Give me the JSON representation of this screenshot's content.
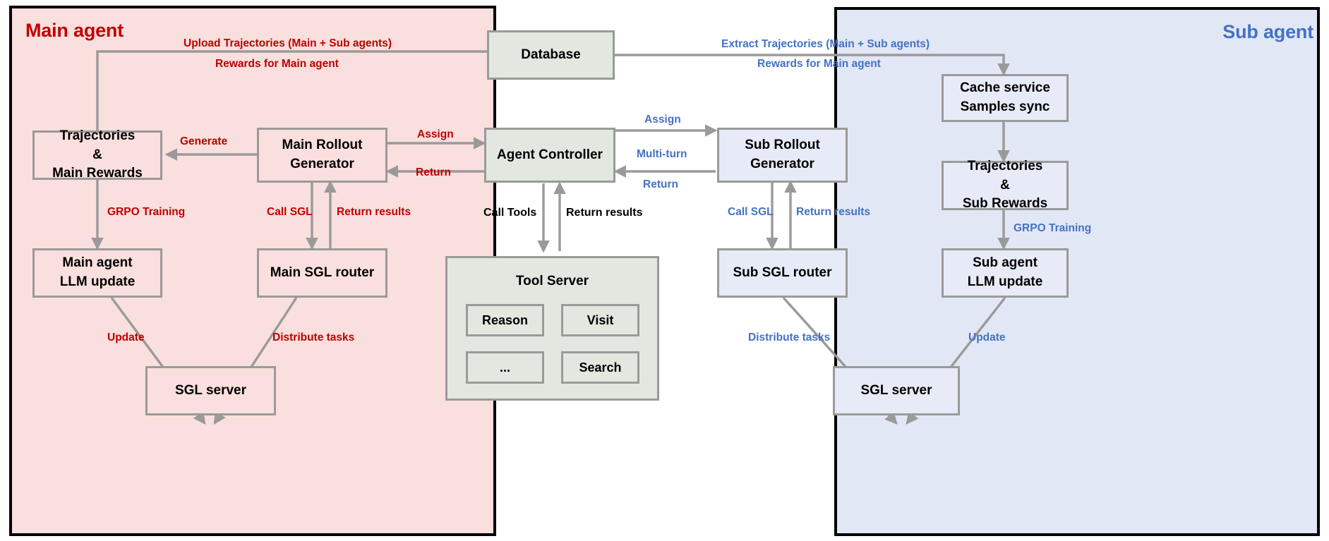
{
  "diagram": {
    "title": "Multi-agent RL training architecture",
    "colors": {
      "main_panel_bg": "#f9dfdd",
      "sub_panel_bg": "#e2e7f5",
      "main_accent": "#c00000",
      "sub_accent": "#4472c4",
      "neutral_box_bg": "#e2e8e0",
      "wire": "#9a9a9a",
      "panel_border": "#000000"
    }
  },
  "main_panel": {
    "title": "Main agent",
    "boxes": {
      "trajectories": {
        "line1": "Trajectories",
        "line2": "&",
        "line3": "Main Rewards"
      },
      "rollout": {
        "line1": "Main Rollout",
        "line2": "Generator"
      },
      "llm_update": {
        "line1": "Main agent",
        "line2": "LLM update"
      },
      "sgl_router": {
        "line1": "Main SGL router"
      },
      "sgl_server": {
        "line1": "SGL server"
      }
    },
    "labels": {
      "upload": "Upload Trajectories (Main + Sub agents)",
      "rewards": "Rewards for Main agent",
      "generate": "Generate",
      "assign": "Assign",
      "return": "Return",
      "grpo": "GRPO Training",
      "call_sgl": "Call SGL",
      "return_results": "Return results",
      "update": "Update",
      "distribute": "Distribute tasks"
    }
  },
  "center": {
    "boxes": {
      "database": {
        "line1": "Database"
      },
      "controller": {
        "line1": "Agent Controller"
      },
      "tool_server": {
        "line1": "Tool Server"
      }
    },
    "tools": [
      "Reason",
      "Visit",
      "...",
      "Search"
    ],
    "labels": {
      "call_tools": "Call Tools",
      "return_results": "Return results"
    }
  },
  "sub_panel": {
    "title": "Sub agent",
    "boxes": {
      "cache": {
        "line1": "Cache service",
        "line2": "Samples sync"
      },
      "rollout": {
        "line1": "Sub Rollout",
        "line2": "Generator"
      },
      "trajectories": {
        "line1": "Trajectories",
        "line2": "&",
        "line3": "Sub Rewards"
      },
      "sgl_router": {
        "line1": "Sub SGL router"
      },
      "llm_update": {
        "line1": "Sub agent",
        "line2": "LLM update"
      },
      "sgl_server": {
        "line1": "SGL server"
      }
    },
    "labels": {
      "extract": "Extract Trajectories (Main + Sub agents)",
      "rewards": "Rewards for Main agent",
      "assign": "Assign",
      "multi_turn": "Multi-turn",
      "return": "Return",
      "call_sgl": "Call SGL",
      "return_results": "Return results",
      "grpo": "GRPO Training",
      "distribute": "Distribute tasks",
      "update": "Update"
    }
  }
}
